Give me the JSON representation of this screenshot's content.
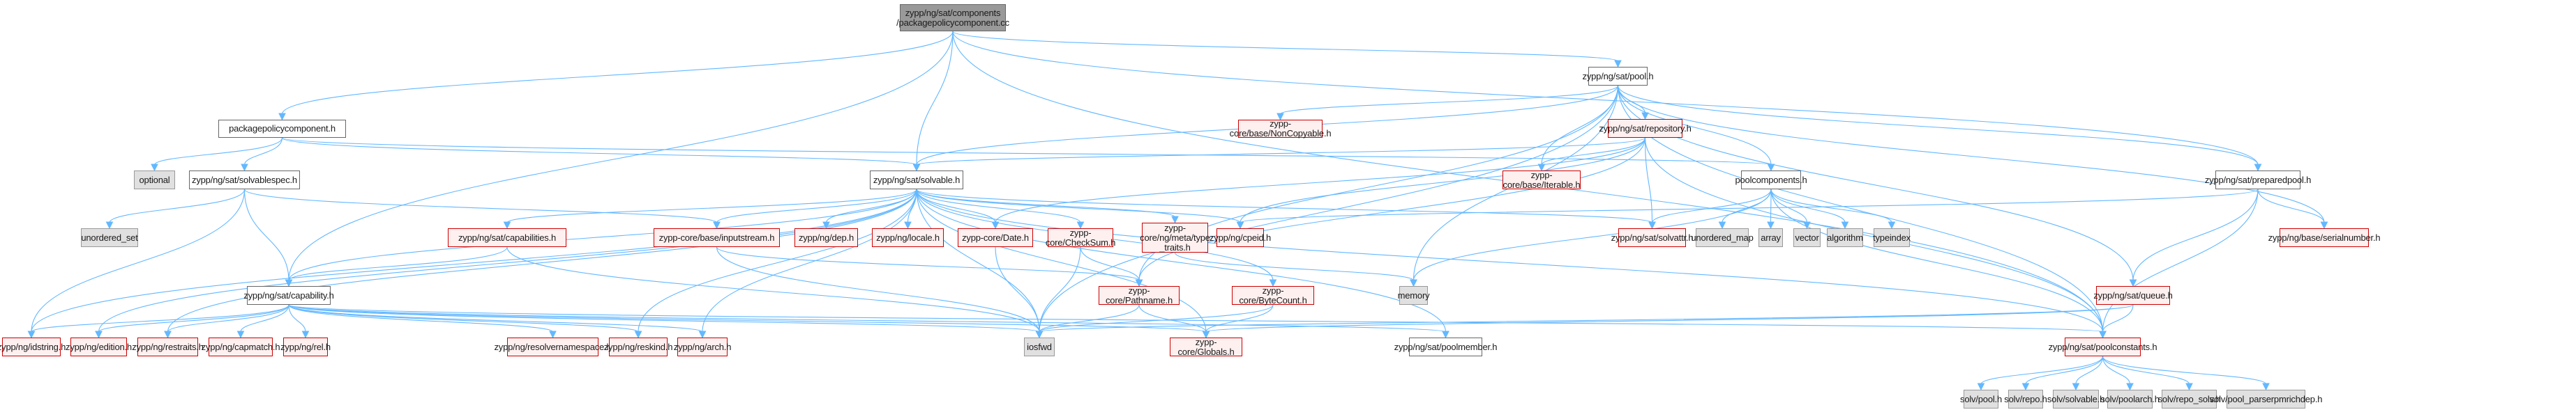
{
  "diagram": {
    "title": "Include dependency graph for packagepolicycomponent.cc",
    "colors": {
      "edge": "#63b8ff",
      "root_fill": "#999999",
      "truncated_border": "#cc0000",
      "truncated_fill": "#fff0f0",
      "system_fill": "#e0e0e0"
    },
    "nodes": [
      {
        "id": "root",
        "label": "zypp/ng/sat/components\n/packagepolicycomponent.cc",
        "kind": "root"
      },
      {
        "id": "pool_h",
        "label": "zypp/ng/sat/pool.h",
        "kind": "plain"
      },
      {
        "id": "ppc_h",
        "label": "packagepolicycomponent.h",
        "kind": "plain"
      },
      {
        "id": "noncopyable_h",
        "label": "zypp-core/base/NonCopyable.h",
        "kind": "trunc"
      },
      {
        "id": "repository_h",
        "label": "zypp/ng/sat/repository.h",
        "kind": "trunc"
      },
      {
        "id": "optional",
        "label": "optional",
        "kind": "sys"
      },
      {
        "id": "solvablespec_h",
        "label": "zypp/ng/sat/solvablespec.h",
        "kind": "plain"
      },
      {
        "id": "solvable_h",
        "label": "zypp/ng/sat/solvable.h",
        "kind": "plain"
      },
      {
        "id": "iterable_h",
        "label": "zypp-core/base/Iterable.h",
        "kind": "trunc"
      },
      {
        "id": "poolcomponents_h",
        "label": "poolcomponents.h",
        "kind": "plain"
      },
      {
        "id": "preparedpool_h",
        "label": "zypp/ng/sat/preparedpool.h",
        "kind": "plain"
      },
      {
        "id": "unordered_set",
        "label": "unordered_set",
        "kind": "sys"
      },
      {
        "id": "capabilities_h",
        "label": "zypp/ng/sat/capabilities.h",
        "kind": "trunc"
      },
      {
        "id": "inputstream_h",
        "label": "zypp-core/base/inputstream.h",
        "kind": "trunc"
      },
      {
        "id": "dep_h",
        "label": "zypp/ng/dep.h",
        "kind": "trunc"
      },
      {
        "id": "locale_h",
        "label": "zypp/ng/locale.h",
        "kind": "trunc"
      },
      {
        "id": "date_h",
        "label": "zypp-core/Date.h",
        "kind": "trunc"
      },
      {
        "id": "checksum_h",
        "label": "zypp-core/CheckSum.h",
        "kind": "trunc"
      },
      {
        "id": "typetraits_h",
        "label": "zypp-core/ng/meta/type\n_traits.h",
        "kind": "trunc"
      },
      {
        "id": "cpeid_h",
        "label": "zypp/ng/cpeid.h",
        "kind": "trunc"
      },
      {
        "id": "solvattr_h",
        "label": "zypp/ng/sat/solvattr.h",
        "kind": "trunc"
      },
      {
        "id": "unordered_map",
        "label": "unordered_map",
        "kind": "sys"
      },
      {
        "id": "array",
        "label": "array",
        "kind": "sys"
      },
      {
        "id": "vector",
        "label": "vector",
        "kind": "sys"
      },
      {
        "id": "algorithm",
        "label": "algorithm",
        "kind": "sys"
      },
      {
        "id": "typeindex",
        "label": "typeindex",
        "kind": "sys"
      },
      {
        "id": "serialnumber_h",
        "label": "zypp/ng/base/serialnumber.h",
        "kind": "trunc"
      },
      {
        "id": "capability_h",
        "label": "zypp/ng/sat/capability.h",
        "kind": "plain"
      },
      {
        "id": "pathname_h",
        "label": "zypp-core/Pathname.h",
        "kind": "trunc"
      },
      {
        "id": "bytecount_h",
        "label": "zypp-core/ByteCount.h",
        "kind": "trunc"
      },
      {
        "id": "memory",
        "label": "memory",
        "kind": "sys"
      },
      {
        "id": "queue_h",
        "label": "zypp/ng/sat/queue.h",
        "kind": "trunc"
      },
      {
        "id": "idstring_h",
        "label": "zypp/ng/idstring.h",
        "kind": "trunc"
      },
      {
        "id": "edition_h",
        "label": "zypp/ng/edition.h",
        "kind": "trunc"
      },
      {
        "id": "restraits_h",
        "label": "zypp/ng/restraits.h",
        "kind": "trunc"
      },
      {
        "id": "capmatch_h",
        "label": "zypp/ng/capmatch.h",
        "kind": "trunc"
      },
      {
        "id": "rel_h",
        "label": "zypp/ng/rel.h",
        "kind": "trunc"
      },
      {
        "id": "resolvernamespace_h",
        "label": "zypp/ng/resolvernamespace.h",
        "kind": "trunc"
      },
      {
        "id": "reskind_h",
        "label": "zypp/ng/reskind.h",
        "kind": "trunc"
      },
      {
        "id": "arch_h",
        "label": "zypp/ng/arch.h",
        "kind": "trunc"
      },
      {
        "id": "iosfwd",
        "label": "iosfwd",
        "kind": "sys"
      },
      {
        "id": "globals_h",
        "label": "zypp-core/Globals.h",
        "kind": "trunc"
      },
      {
        "id": "poolmember_h",
        "label": "zypp/ng/sat/poolmember.h",
        "kind": "plain"
      },
      {
        "id": "poolconstants_h",
        "label": "zypp/ng/sat/poolconstants.h",
        "kind": "trunc"
      },
      {
        "id": "solv_pool_h",
        "label": "solv/pool.h",
        "kind": "sys"
      },
      {
        "id": "solv_repo_h",
        "label": "solv/repo.h",
        "kind": "sys"
      },
      {
        "id": "solv_solvable_h",
        "label": "solv/solvable.h",
        "kind": "sys"
      },
      {
        "id": "solv_poolarch_h",
        "label": "solv/poolarch.h",
        "kind": "sys"
      },
      {
        "id": "solv_repo_solv_h",
        "label": "solv/repo_solv.h",
        "kind": "sys"
      },
      {
        "id": "solv_richdep_h",
        "label": "solv/pool_parserpmrichdep.h",
        "kind": "sys"
      }
    ],
    "edges": [
      [
        "root",
        "pool_h"
      ],
      [
        "root",
        "ppc_h"
      ],
      [
        "root",
        "solvable_h"
      ],
      [
        "root",
        "capability_h"
      ],
      [
        "root",
        "preparedpool_h"
      ],
      [
        "root",
        "poolconstants_h"
      ],
      [
        "pool_h",
        "noncopyable_h"
      ],
      [
        "pool_h",
        "repository_h"
      ],
      [
        "pool_h",
        "solvable_h"
      ],
      [
        "pool_h",
        "iterable_h"
      ],
      [
        "pool_h",
        "poolcomponents_h"
      ],
      [
        "pool_h",
        "preparedpool_h"
      ],
      [
        "pool_h",
        "serialnumber_h"
      ],
      [
        "pool_h",
        "poolconstants_h"
      ],
      [
        "pool_h",
        "pathname_h"
      ],
      [
        "pool_h",
        "memory"
      ],
      [
        "pool_h",
        "queue_h"
      ],
      [
        "pool_h",
        "iosfwd"
      ],
      [
        "ppc_h",
        "optional"
      ],
      [
        "ppc_h",
        "solvablespec_h"
      ],
      [
        "ppc_h",
        "solvable_h"
      ],
      [
        "ppc_h",
        "poolcomponents_h"
      ],
      [
        "repository_h",
        "solvable_h"
      ],
      [
        "repository_h",
        "iterable_h"
      ],
      [
        "repository_h",
        "date_h"
      ],
      [
        "repository_h",
        "cpeid_h"
      ],
      [
        "repository_h",
        "pathname_h"
      ],
      [
        "repository_h",
        "poolconstants_h"
      ],
      [
        "repository_h",
        "solvattr_h"
      ],
      [
        "solvablespec_h",
        "unordered_set"
      ],
      [
        "solvablespec_h",
        "capability_h"
      ],
      [
        "solvablespec_h",
        "idstring_h"
      ],
      [
        "solvablespec_h",
        "inputstream_h"
      ],
      [
        "solvable_h",
        "capabilities_h"
      ],
      [
        "solvable_h",
        "capability_h"
      ],
      [
        "solvable_h",
        "inputstream_h"
      ],
      [
        "solvable_h",
        "dep_h"
      ],
      [
        "solvable_h",
        "locale_h"
      ],
      [
        "solvable_h",
        "date_h"
      ],
      [
        "solvable_h",
        "checksum_h"
      ],
      [
        "solvable_h",
        "typetraits_h"
      ],
      [
        "solvable_h",
        "cpeid_h"
      ],
      [
        "solvable_h",
        "solvattr_h"
      ],
      [
        "solvable_h",
        "bytecount_h"
      ],
      [
        "solvable_h",
        "poolconstants_h"
      ],
      [
        "solvable_h",
        "poolmember_h"
      ],
      [
        "solvable_h",
        "idstring_h"
      ],
      [
        "solvable_h",
        "edition_h"
      ],
      [
        "solvable_h",
        "restraits_h"
      ],
      [
        "solvable_h",
        "reskind_h"
      ],
      [
        "solvable_h",
        "arch_h"
      ],
      [
        "solvable_h",
        "iosfwd"
      ],
      [
        "solvable_h",
        "globals_h"
      ],
      [
        "poolcomponents_h",
        "memory"
      ],
      [
        "poolcomponents_h",
        "unordered_map"
      ],
      [
        "poolcomponents_h",
        "array"
      ],
      [
        "poolcomponents_h",
        "vector"
      ],
      [
        "poolcomponents_h",
        "algorithm"
      ],
      [
        "poolcomponents_h",
        "typeindex"
      ],
      [
        "poolcomponents_h",
        "solvattr_h"
      ],
      [
        "poolcomponents_h",
        "poolconstants_h"
      ],
      [
        "preparedpool_h",
        "serialnumber_h"
      ],
      [
        "preparedpool_h",
        "queue_h"
      ],
      [
        "preparedpool_h",
        "poolconstants_h"
      ],
      [
        "preparedpool_h",
        "cpeid_h"
      ],
      [
        "capabilities_h",
        "capability_h"
      ],
      [
        "capabilities_h",
        "iosfwd"
      ],
      [
        "inputstream_h",
        "pathname_h"
      ],
      [
        "inputstream_h",
        "iosfwd"
      ],
      [
        "date_h",
        "iosfwd"
      ],
      [
        "checksum_h",
        "pathname_h"
      ],
      [
        "checksum_h",
        "iosfwd"
      ],
      [
        "typetraits_h",
        "memory"
      ],
      [
        "capability_h",
        "idstring_h"
      ],
      [
        "capability_h",
        "edition_h"
      ],
      [
        "capability_h",
        "restraits_h"
      ],
      [
        "capability_h",
        "capmatch_h"
      ],
      [
        "capability_h",
        "rel_h"
      ],
      [
        "capability_h",
        "resolvernamespace_h"
      ],
      [
        "capability_h",
        "reskind_h"
      ],
      [
        "capability_h",
        "arch_h"
      ],
      [
        "capability_h",
        "iosfwd"
      ],
      [
        "capability_h",
        "globals_h"
      ],
      [
        "capability_h",
        "poolmember_h"
      ],
      [
        "capability_h",
        "poolconstants_h"
      ],
      [
        "pathname_h",
        "iosfwd"
      ],
      [
        "pathname_h",
        "globals_h"
      ],
      [
        "bytecount_h",
        "iosfwd"
      ],
      [
        "bytecount_h",
        "globals_h"
      ],
      [
        "queue_h",
        "iosfwd"
      ],
      [
        "queue_h",
        "globals_h"
      ],
      [
        "queue_h",
        "poolconstants_h"
      ],
      [
        "poolconstants_h",
        "solv_pool_h"
      ],
      [
        "poolconstants_h",
        "solv_repo_h"
      ],
      [
        "poolconstants_h",
        "solv_solvable_h"
      ],
      [
        "poolconstants_h",
        "solv_poolarch_h"
      ],
      [
        "poolconstants_h",
        "solv_repo_solv_h"
      ],
      [
        "poolconstants_h",
        "solv_richdep_h"
      ]
    ]
  }
}
